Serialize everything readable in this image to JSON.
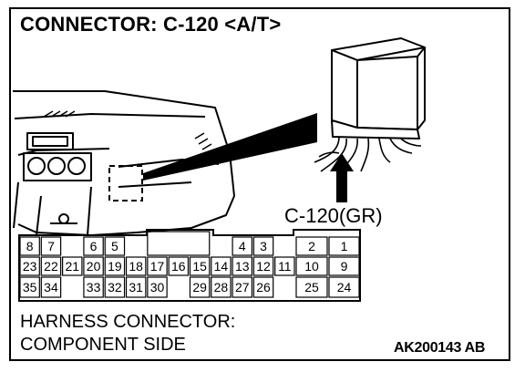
{
  "header": {
    "title": "CONNECTOR: C-120 <A/T>"
  },
  "callout": {
    "label": "C-120(GR)"
  },
  "caption": {
    "line1": "HARNESS CONNECTOR:",
    "line2": "COMPONENT SIDE"
  },
  "figure_code": "AK200143 AB",
  "connector": {
    "row1": [
      "8",
      "7",
      "6",
      "5",
      "4",
      "3",
      "2",
      "1"
    ],
    "row2": [
      "23",
      "22",
      "21",
      "20",
      "19",
      "18",
      "17",
      "16",
      "15",
      "14",
      "13",
      "12",
      "11",
      "10",
      "9"
    ],
    "row3": [
      "35",
      "34",
      "33",
      "32",
      "31",
      "30",
      "29",
      "28",
      "27",
      "26",
      "25",
      "24"
    ]
  },
  "colors": {
    "ink": "#000000",
    "background": "#ffffff"
  }
}
